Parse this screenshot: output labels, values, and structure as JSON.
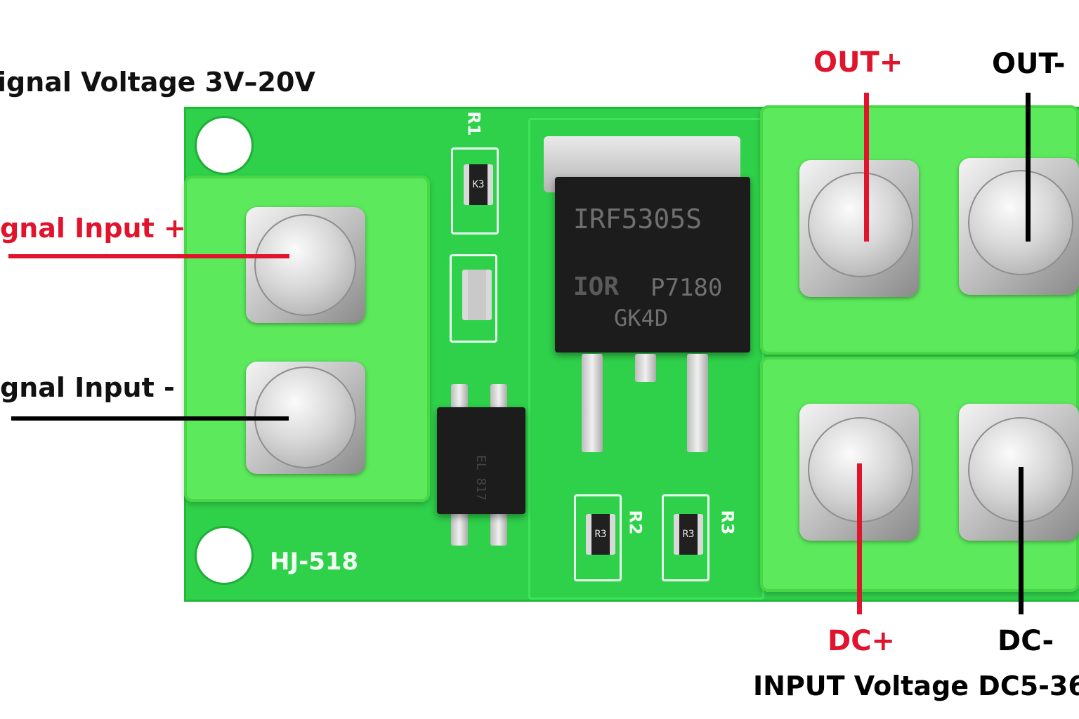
{
  "labels": {
    "signal_voltage": "ignal Voltage 3V–20V",
    "signal_input_plus": "gnal Input +",
    "signal_input_minus": "gnal Input -",
    "out_plus": "OUT+",
    "out_minus": "OUT-",
    "dc_plus": "DC+",
    "dc_minus": "DC-",
    "input_voltage": "INPUT Voltage DC5-36"
  },
  "board": {
    "model": "HJ-518",
    "r1": "R1",
    "r2": "R2",
    "r3": "R3",
    "r1_code": "K3",
    "r2_code": "R3",
    "r3_code": "R3",
    "mosfet_part": "IRF5305S",
    "mosfet_brand": "IOR",
    "mosfet_code1": "P7180",
    "mosfet_code2": "GK4D",
    "opto_marking": "EL 817"
  },
  "colors": {
    "positive": "#e0142c",
    "negative": "#000000",
    "pcb": "#2fd04a",
    "terminal": "#5ce95c"
  },
  "icons": [
    "screw-terminal",
    "mosfet-chip",
    "optocoupler-chip",
    "smd-resistor"
  ]
}
